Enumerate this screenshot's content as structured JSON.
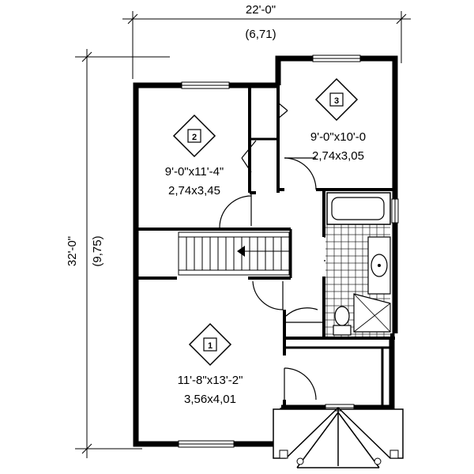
{
  "dimensions": {
    "width_imperial": "22'-0\"",
    "width_metric": "(6,71)",
    "depth_imperial": "32'-0\"",
    "depth_metric": "(9,75)"
  },
  "rooms": [
    {
      "id": "1",
      "size_imperial": "11'-8\"x13'-2\"",
      "size_metric": "3,56x4,01"
    },
    {
      "id": "2",
      "size_imperial": "9'-0\"x11'-4\"",
      "size_metric": "2,74x3,45"
    },
    {
      "id": "3",
      "size_imperial": "9'-0\"x10'-0",
      "size_metric": "2,74x3,05"
    }
  ],
  "colors": {
    "ink": "#000000",
    "background": "#ffffff"
  }
}
